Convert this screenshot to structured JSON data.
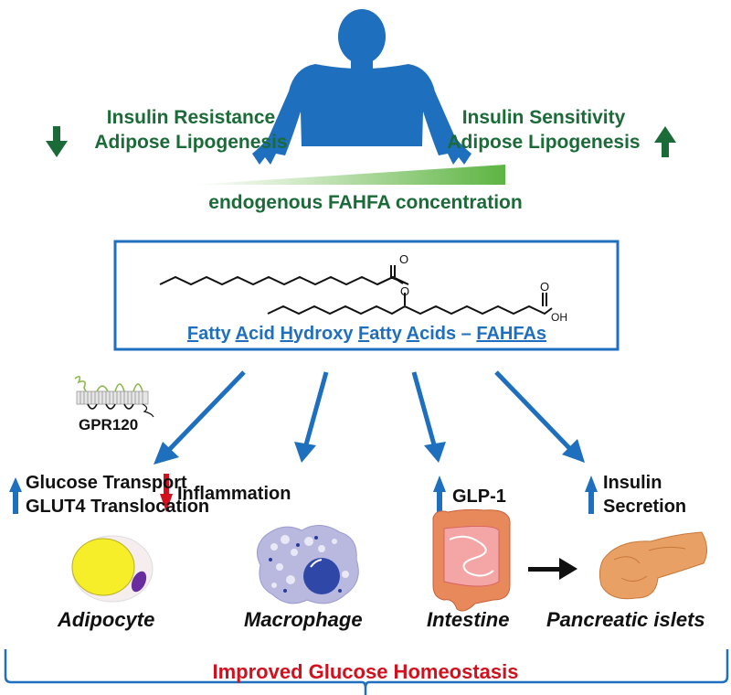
{
  "header": {
    "left": {
      "line1": "Insulin Resistance",
      "line2": "Adipose Lipogenesis",
      "arrow": "down"
    },
    "right": {
      "line1": "Insulin Sensitivity",
      "line2": "Adipose Lipogenesis",
      "arrow": "up"
    },
    "gradient_label": "endogenous FAHFA concentration"
  },
  "molecule_box": {
    "title_parts": [
      {
        "u": "F",
        "t": "atty "
      },
      {
        "u": "A",
        "t": "cid "
      },
      {
        "u": "H",
        "t": "ydroxy "
      },
      {
        "u": "F",
        "t": "atty "
      },
      {
        "u": "A",
        "t": "cids – "
      },
      {
        "u": "FAHFAs",
        "t": ""
      }
    ],
    "atoms": {
      "oxygen": "O",
      "hydroxyl": "OH"
    }
  },
  "receptor_label": "GPR120",
  "effects": [
    {
      "arrow": "up",
      "line1": "Glucose Transport",
      "line2": "GLUT4 Translocation",
      "cell": "Adipocyte"
    },
    {
      "arrow": "down",
      "line1": "Inflammation",
      "line2": "",
      "cell": "Macrophage"
    },
    {
      "arrow": "up",
      "line1": "GLP-1",
      "line2": "",
      "cell": "Intestine"
    },
    {
      "arrow": "up",
      "line1": "Insulin",
      "line2": "Secretion",
      "cell": "Pancreatic islets"
    }
  ],
  "footer": "Improved Glucose Homeostasis",
  "colors": {
    "green": "#1a6b37",
    "blue": "#1f6fbf",
    "red": "#d3101d",
    "gradient_light": "#e6f3df",
    "gradient_dark": "#5db442"
  }
}
